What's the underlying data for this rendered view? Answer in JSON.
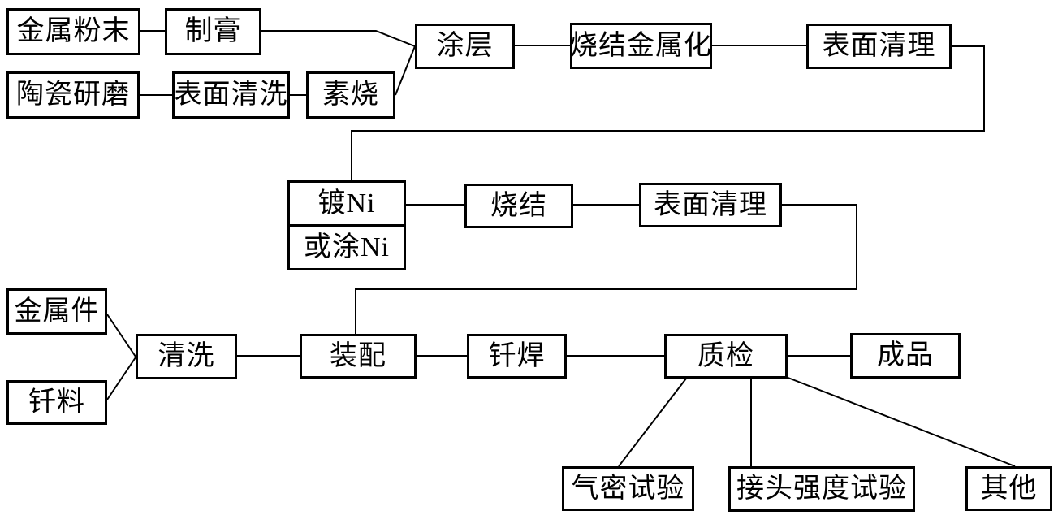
{
  "diagram": {
    "type": "flowchart",
    "language": "zh",
    "colors": {
      "line": "#000000",
      "box_border": "#000000",
      "background": "#ffffff",
      "text": "#000000"
    },
    "nodes": {
      "metal_powder": {
        "label": "金属粉末"
      },
      "make_paste": {
        "label": "制膏"
      },
      "ceramic_grinding": {
        "label": "陶瓷研磨"
      },
      "surface_washing": {
        "label": "表面清洗"
      },
      "bisque_firing": {
        "label": "素烧"
      },
      "coating": {
        "label": "涂层"
      },
      "sintering_metallization": {
        "label": "烧结金属化"
      },
      "surface_cleaning_top": {
        "label": "表面清理"
      },
      "ni_plating": {
        "label": "镀Ni"
      },
      "or_ni_coating": {
        "label": "或涂Ni"
      },
      "sintering": {
        "label": "烧结"
      },
      "surface_cleaning_mid": {
        "label": "表面清理"
      },
      "metal_parts": {
        "label": "金属件"
      },
      "brazing_filler": {
        "label": "钎料"
      },
      "cleaning": {
        "label": "清洗"
      },
      "assembly": {
        "label": "装配"
      },
      "brazing": {
        "label": "钎焊"
      },
      "quality_inspection": {
        "label": "质检"
      },
      "finished_product": {
        "label": "成品"
      },
      "airtight_test": {
        "label": "气密试验"
      },
      "joint_strength_test": {
        "label": "接头强度试验"
      },
      "others": {
        "label": "其他"
      }
    },
    "edges": [
      "金属粉末→制膏",
      "制膏→涂层",
      "陶瓷研磨→表面清洗",
      "表面清洗→素烧",
      "素烧→涂层",
      "涂层→烧结金属化",
      "烧结金属化→表面清理",
      "表面清理→镀Ni(或涂Ni)",
      "镀Ni→烧结",
      "烧结→表面清理",
      "表面清理→装配",
      "金属件→清洗",
      "钎料→清洗",
      "清洗→装配",
      "装配→钎焊",
      "钎焊→质检",
      "质检→成品",
      "质检→气密试验",
      "质检→接头强度试验",
      "质检→其他"
    ]
  }
}
